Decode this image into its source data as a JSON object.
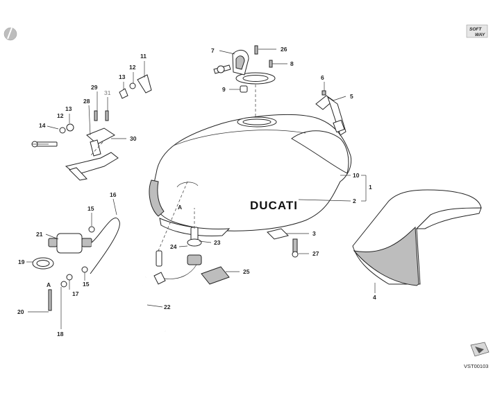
{
  "brand_text": "DUCATI",
  "drawing_code": "VST00103",
  "logo": {
    "line1": "SOFT",
    "line2": "WAY"
  },
  "callouts": {
    "c1": "1",
    "c2": "2",
    "c3": "3",
    "c4": "4",
    "c5": "5",
    "c6": "6",
    "c7": "7",
    "c8": "8",
    "c9": "9",
    "c10": "10",
    "c11": "11",
    "c12a": "12",
    "c12b": "12",
    "c13a": "13",
    "c13b": "13",
    "c14": "14",
    "c15a": "15",
    "c15b": "15",
    "c16": "16",
    "c17": "17",
    "c18": "18",
    "c19": "19",
    "c20": "20",
    "c21": "21",
    "c22": "22",
    "c23": "23",
    "c24": "24",
    "c25": "25",
    "c26": "26",
    "c27": "27",
    "c28": "28",
    "c29": "29",
    "c30": "30",
    "c31": "31"
  },
  "ref_letters": {
    "a1": "A",
    "a2": "A"
  }
}
